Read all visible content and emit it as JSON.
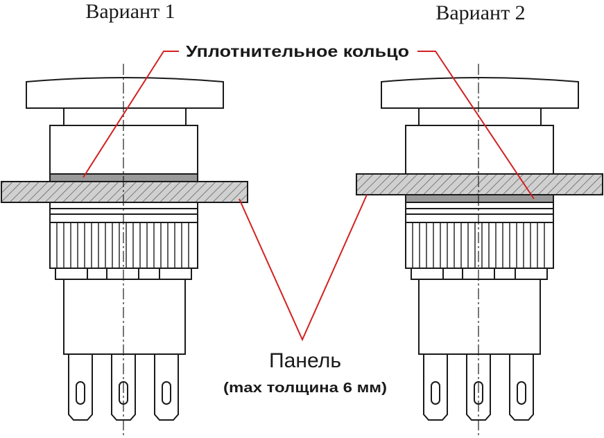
{
  "labels": {
    "variant1": "Вариант 1",
    "variant2": "Вариант 2",
    "seal_ring": "Уплотнительное кольцо",
    "panel": "Панель",
    "panel_note": "(max толщина 6 мм)"
  },
  "colors": {
    "outline": "#1a1a1a",
    "leader": "#d42020",
    "hatch": "#555555",
    "panel_fill": "#d0d0d0",
    "seal_fill": "#9a9a9a",
    "background": "#ffffff"
  }
}
